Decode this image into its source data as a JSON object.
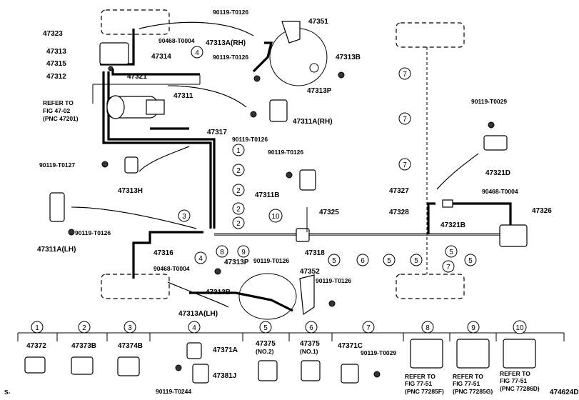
{
  "callouts": {
    "c47323": "47323",
    "c47313": "47313",
    "c47315": "47315",
    "c47312": "47312",
    "c47314": "47314",
    "c90468a": "90468-T0004",
    "c47321": "47321",
    "c90119a": "90119-T0126",
    "c47351": "47351",
    "c47313a_rh": "47313A(RH)",
    "c90119b": "90119-T0126",
    "c47313b_top": "47313B",
    "c47313p_top": "47313P",
    "c47311": "47311",
    "refer1_a": "REFER TO",
    "refer1_b": "FIG 47-02",
    "refer1_c": "(PNC 47201)",
    "c90119c": "90119-T0126",
    "c47311a_rh": "47311A(RH)",
    "c47317": "47317",
    "c90119_t0127": "90119-T0127",
    "c47313h": "47313H",
    "c90119d": "90119-T0126",
    "c47311b": "47311B",
    "c47311a_lh": "47311A(LH)",
    "c90119e": "90119-T0126",
    "c47316": "47316",
    "c90468b": "90468-T0004",
    "c47313p_bot": "47313P",
    "c90119f": "90119-T0126",
    "c47352": "47352",
    "c90119g": "90119-T0126",
    "c47313b_bot": "47313B",
    "c47313a_lh": "47313A(LH)",
    "c47325": "47325",
    "c47318": "47318",
    "c90119_t0029": "90119-T0029",
    "c47321d": "47321D",
    "c47327": "47327",
    "c90468c": "90468-T0004",
    "c47328": "47328",
    "c47326": "47326",
    "c47321b": "47321B",
    "figure_code": "474624D",
    "corner_mark": "S-"
  },
  "circled_numbers": {
    "n1": "1",
    "n2a": "2",
    "n2b": "2",
    "n2c": "2",
    "n2d": "2",
    "n3": "3",
    "n4a": "4",
    "n4b": "4",
    "n5a": "5",
    "n5b": "5",
    "n5c": "5",
    "n5d": "5",
    "n5e": "5",
    "n6": "6",
    "n7a": "7",
    "n7b": "7",
    "n7c": "7",
    "n7d": "7",
    "n8": "8",
    "n9": "9",
    "n10": "10"
  },
  "legend": {
    "cells": [
      {
        "num": "1",
        "part": "47372"
      },
      {
        "num": "2",
        "part": "47373B"
      },
      {
        "num": "3",
        "part": "47374B"
      },
      {
        "num": "4",
        "part": "47371A",
        "part2": "47381J",
        "bolt": "90119-T0244"
      },
      {
        "num": "5",
        "part": "47375",
        "sub": "(NO.2)"
      },
      {
        "num": "6",
        "part": "47375",
        "sub": "(NO.1)"
      },
      {
        "num": "7",
        "part": "47371C",
        "bolt": "90119-T0029"
      },
      {
        "num": "8",
        "ref1": "REFER TO",
        "ref2": "FIG 77-51",
        "ref3": "(PNC 77285F)"
      },
      {
        "num": "9",
        "ref1": "REFER TO",
        "ref2": "FIG 77-51",
        "ref3": "(PNC 77285G)"
      },
      {
        "num": "10",
        "ref1": "REFER TO",
        "ref2": "FIG 77-51",
        "ref3": "(PNC 77286D)"
      }
    ]
  }
}
